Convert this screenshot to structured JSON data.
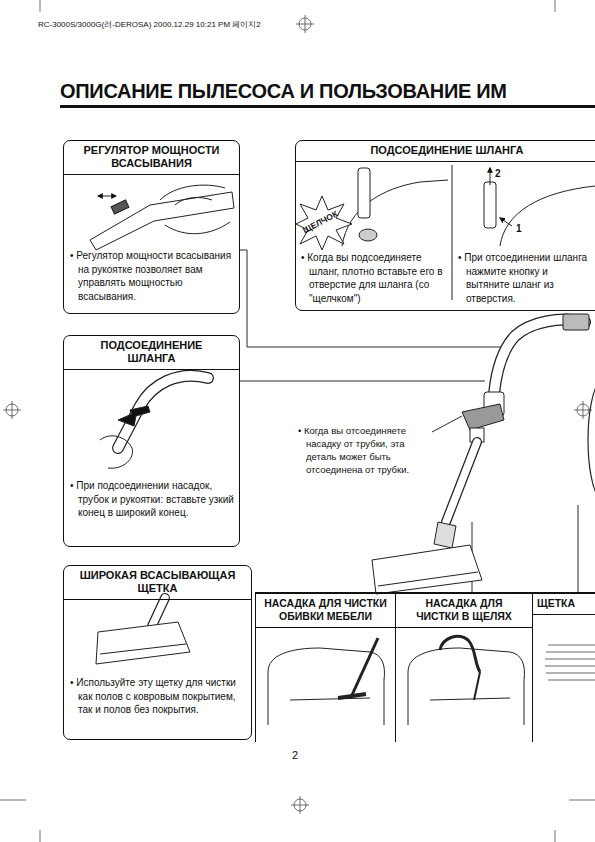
{
  "diagram": {
    "title": "ОПИСАНИЕ ПЫЛЕСОСА И ПОЛЬЗОВАНИЕ ИМ",
    "nodes": [
      {
        "text": [
          "РЕГУЛЯТОР МОЩНОСТИ ВСАСЫВАНИЯ",
          "• Регулятор мощности всасывания на рукоятке позволяет вам управлять мощностью всасывания."
        ]
      },
      {
        "text": [
          "ПОДСОЕДИНЕНИЕ ШЛАНГА",
          "• Когда вы подсоединяете шланг, плотно вставьте его в отверстие для шланга (со \"щелчком\")",
          "• При отсоединении шланга нажмите кнопку и вытяните шланг из отверстия."
        ]
      },
      {
        "text": [
          "ПОДСОЕДИНЕНИЕ ШЛАНГА",
          "• При подсоединении насадок, трубок и рукоятки: вставьте узкий конец в широкий конец."
        ]
      },
      {
        "text": [
          "ШИРОКАЯ ВСАСЫВАЮЩАЯ ЩЕТКА",
          "• Используйте эту щетку для чистки как полов с ковровым покрытием, так и полов без покрытия."
        ]
      },
      {
        "text": [
          "НАСАДКА ДЛЯ ЧИСТКИ ОБИВКИ МЕБЕЛИ"
        ]
      },
      {
        "text": [
          "НАСАДКА ДЛЯ ЧИСТКИ В ЩЕЛЯХ"
        ]
      },
      {
        "text": [
          "ЩЕТКА"
        ]
      }
    ],
    "labels": [
      "RC-3000S/3000G(러-DEROSA) 2000.12.29 10:21 PM 페이지2",
      "ЩЕЛЧОК",
      "2",
      "1",
      "• Когда вы отсоединяете насадку от трубки, эта деталь может быть отсоединена от трубки.",
      "2"
    ]
  }
}
